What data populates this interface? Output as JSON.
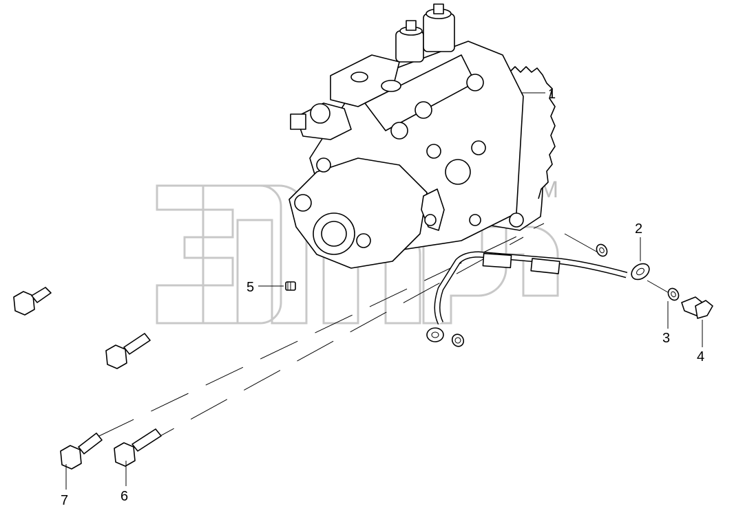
{
  "callouts": [
    {
      "label": "1"
    },
    {
      "label": "2"
    },
    {
      "label": "3"
    },
    {
      "label": "4"
    },
    {
      "label": "5"
    },
    {
      "label": "6"
    },
    {
      "label": "7"
    }
  ],
  "watermark": {
    "trademark": "TM"
  },
  "colors": {
    "line": "#000000",
    "watermark": "#c8c8c8",
    "background": "#ffffff"
  }
}
